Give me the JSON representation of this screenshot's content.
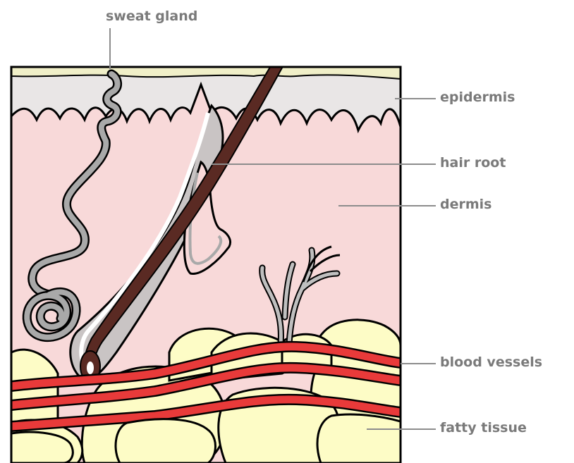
{
  "labels": {
    "sweat_gland": "sweat gland",
    "epidermis": "epidermis",
    "hair_root": "hair root",
    "dermis": "dermis",
    "blood_vessels": "blood vessels",
    "fatty_tissue": "fatty tissue"
  },
  "colors": {
    "epidermis_surface": "#f0efc8",
    "epidermis": "#e9e6e6",
    "dermis": "#f8d9d9",
    "fat": "#fdfcc6",
    "vessel": "#e83a3a",
    "hair": "#5a2a23",
    "gland": "#a9a9a9",
    "label_text": "#7a7a7a"
  }
}
